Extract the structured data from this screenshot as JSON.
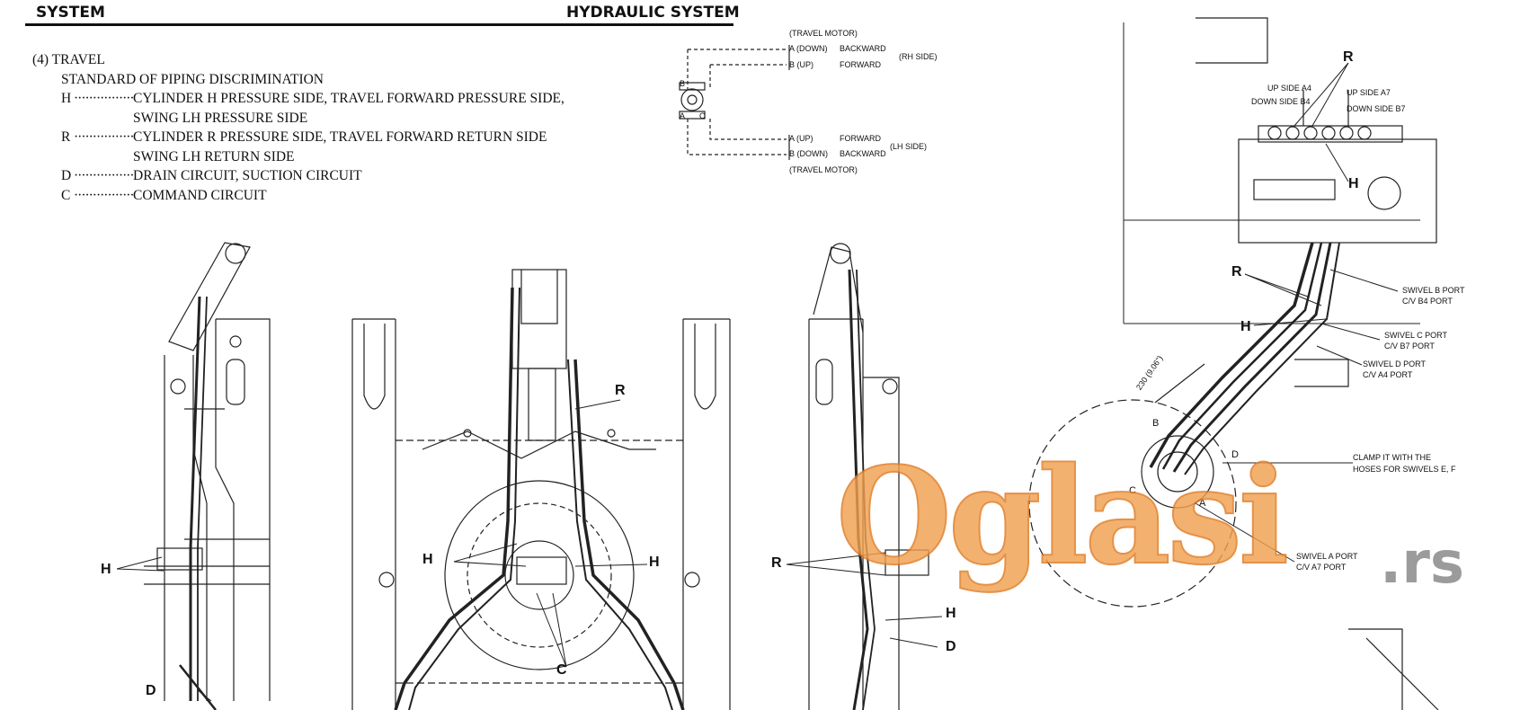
{
  "header": {
    "left": "SYSTEM",
    "right": "HYDRAULIC SYSTEM"
  },
  "legend": {
    "section": "(4)  TRAVEL",
    "title": "STANDARD OF PIPING DISCRIMINATION",
    "dots": "·························",
    "items": [
      {
        "key": "H",
        "line1": "CYLINDER H PRESSURE SIDE, TRAVEL FORWARD PRESSURE SIDE,",
        "line2": "SWING LH PRESSURE SIDE"
      },
      {
        "key": "R",
        "line1": "CYLINDER R PRESSURE SIDE, TRAVEL FORWARD RETURN SIDE",
        "line2": "SWING LH RETURN SIDE"
      },
      {
        "key": "D",
        "line1": "DRAIN CIRCUIT, SUCTION CIRCUIT",
        "line2": ""
      },
      {
        "key": "C",
        "line1": "COMMAND CIRCUIT",
        "line2": ""
      }
    ]
  },
  "schematic": {
    "top_motor": "(TRAVEL MOTOR)",
    "a_down": "A (DOWN)",
    "backward": "BACKWARD",
    "rh_side": "(RH SIDE)",
    "b_up": "B (UP)",
    "forward": "FORWARD",
    "a_up": "A (UP)",
    "lh_side": "(LH SIDE)",
    "b_down": "B (DOWN)",
    "bottom_motor": "(TRAVEL MOTOR)",
    "port_b": "B",
    "port_a": "A",
    "port_c": "C"
  },
  "callouts": {
    "r": "R",
    "h": "H",
    "d": "D",
    "c": "C"
  },
  "right_labels": {
    "up_side_a4": "UP SIDE  A4",
    "down_side_b4": "DOWN SIDE  B4",
    "up_side_a7": "UP SIDE  A7",
    "down_side_b7": "DOWN SIDE  B7",
    "swivel_b_1": "SWIVEL B PORT",
    "swivel_b_2": "C/V  B4 PORT",
    "swivel_c_1": "SWIVEL  C PORT",
    "swivel_c_2": "C/V  B7 PORT",
    "swivel_d_1": "SWIVEL  D PORT",
    "swivel_d_2": "C/V  A4 PORT",
    "clamp_1": "CLAMP IT WITH THE",
    "clamp_2": "HOSES FOR SWIVELS E, F",
    "swivel_a_1": "SWIVEL  A PORT",
    "swivel_a_2": "C/V  A7 PORT",
    "dim": "230 (9.06\")",
    "port_b": "B",
    "port_d": "D",
    "port_c": "C",
    "port_a": "A"
  },
  "watermark": {
    "main": "Oglasi",
    "suffix": ".rs"
  }
}
